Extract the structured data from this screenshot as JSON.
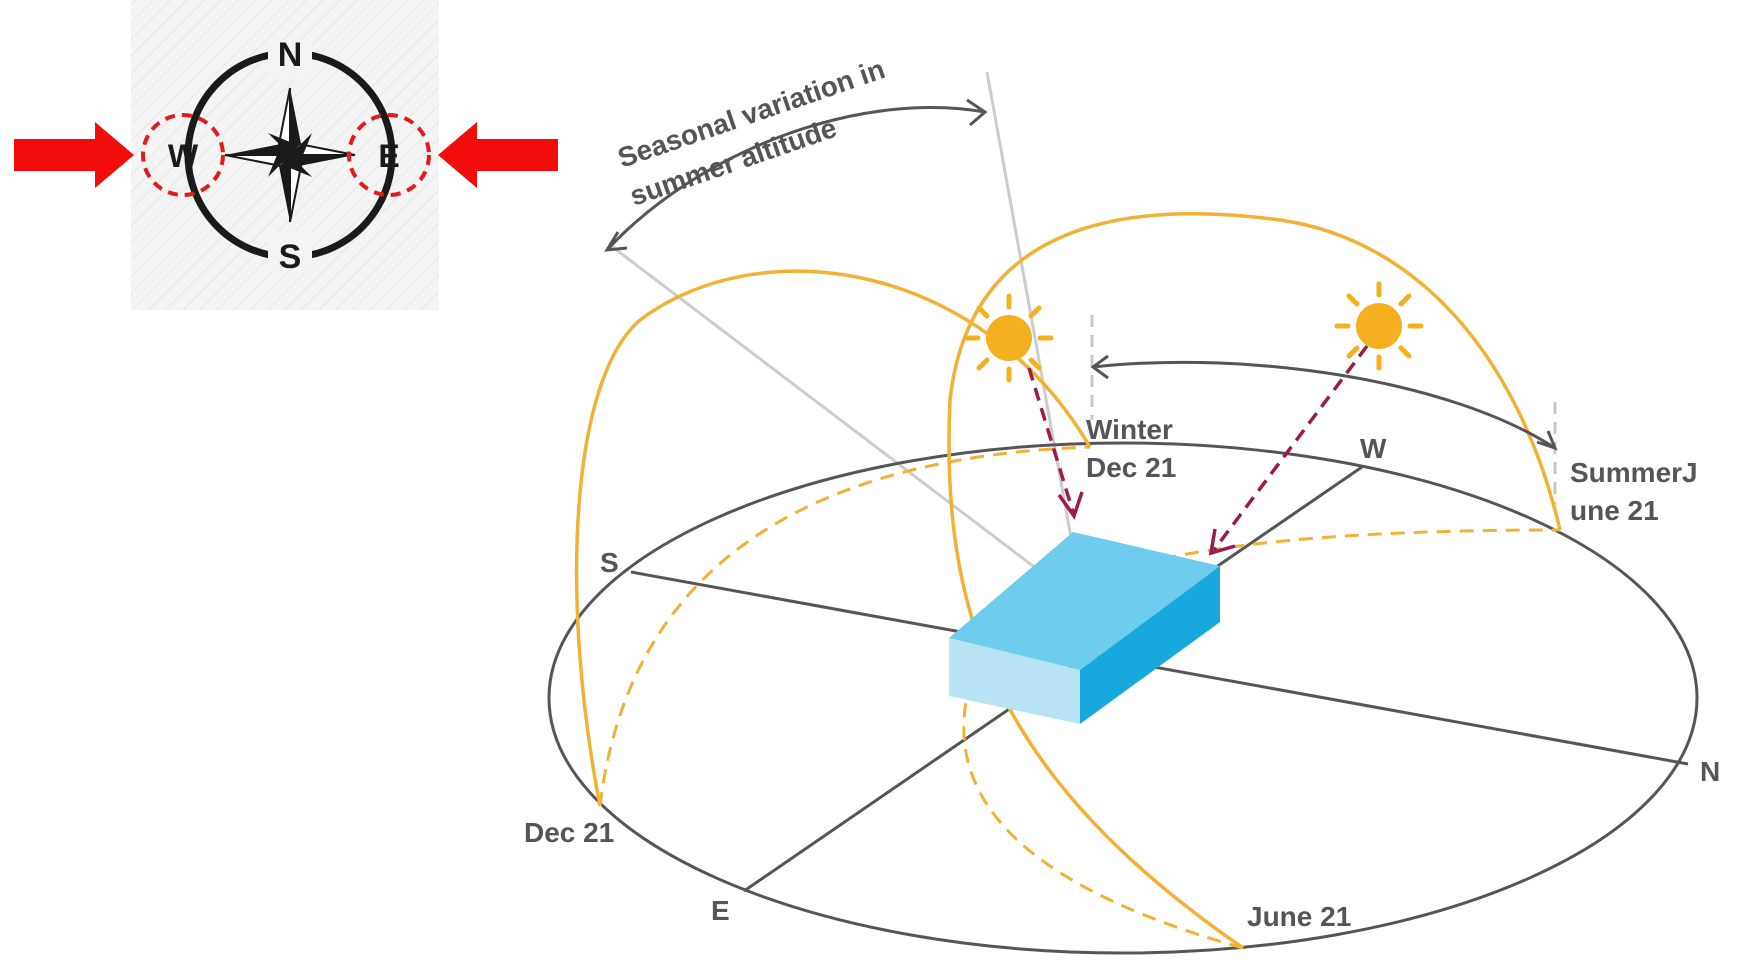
{
  "compass": {
    "north": "N",
    "south": "S",
    "west": "W",
    "east": "E"
  },
  "diagram": {
    "seasonal_line1": "Seasonal variation in",
    "seasonal_line2": "summer altitude",
    "winter_line1": "Winter",
    "winter_line2": "Dec 21",
    "summer_line1": "SummerJ",
    "summer_line2": "une 21",
    "dir_s": "S",
    "dir_w": "W",
    "dir_n": "N",
    "dir_e": "E",
    "dec21": "Dec 21",
    "june21": "June 21"
  },
  "colors": {
    "sun_path": "#F2B134",
    "sun": "#F4B01E",
    "ray": "#9B1B4C",
    "arrow_red": "#F20C0C",
    "building_top": "#6ECCEE",
    "building_front": "#B7E3F5",
    "building_side": "#17A8DD",
    "ellipse": "#555555",
    "grey_line": "#CCCCCC"
  }
}
